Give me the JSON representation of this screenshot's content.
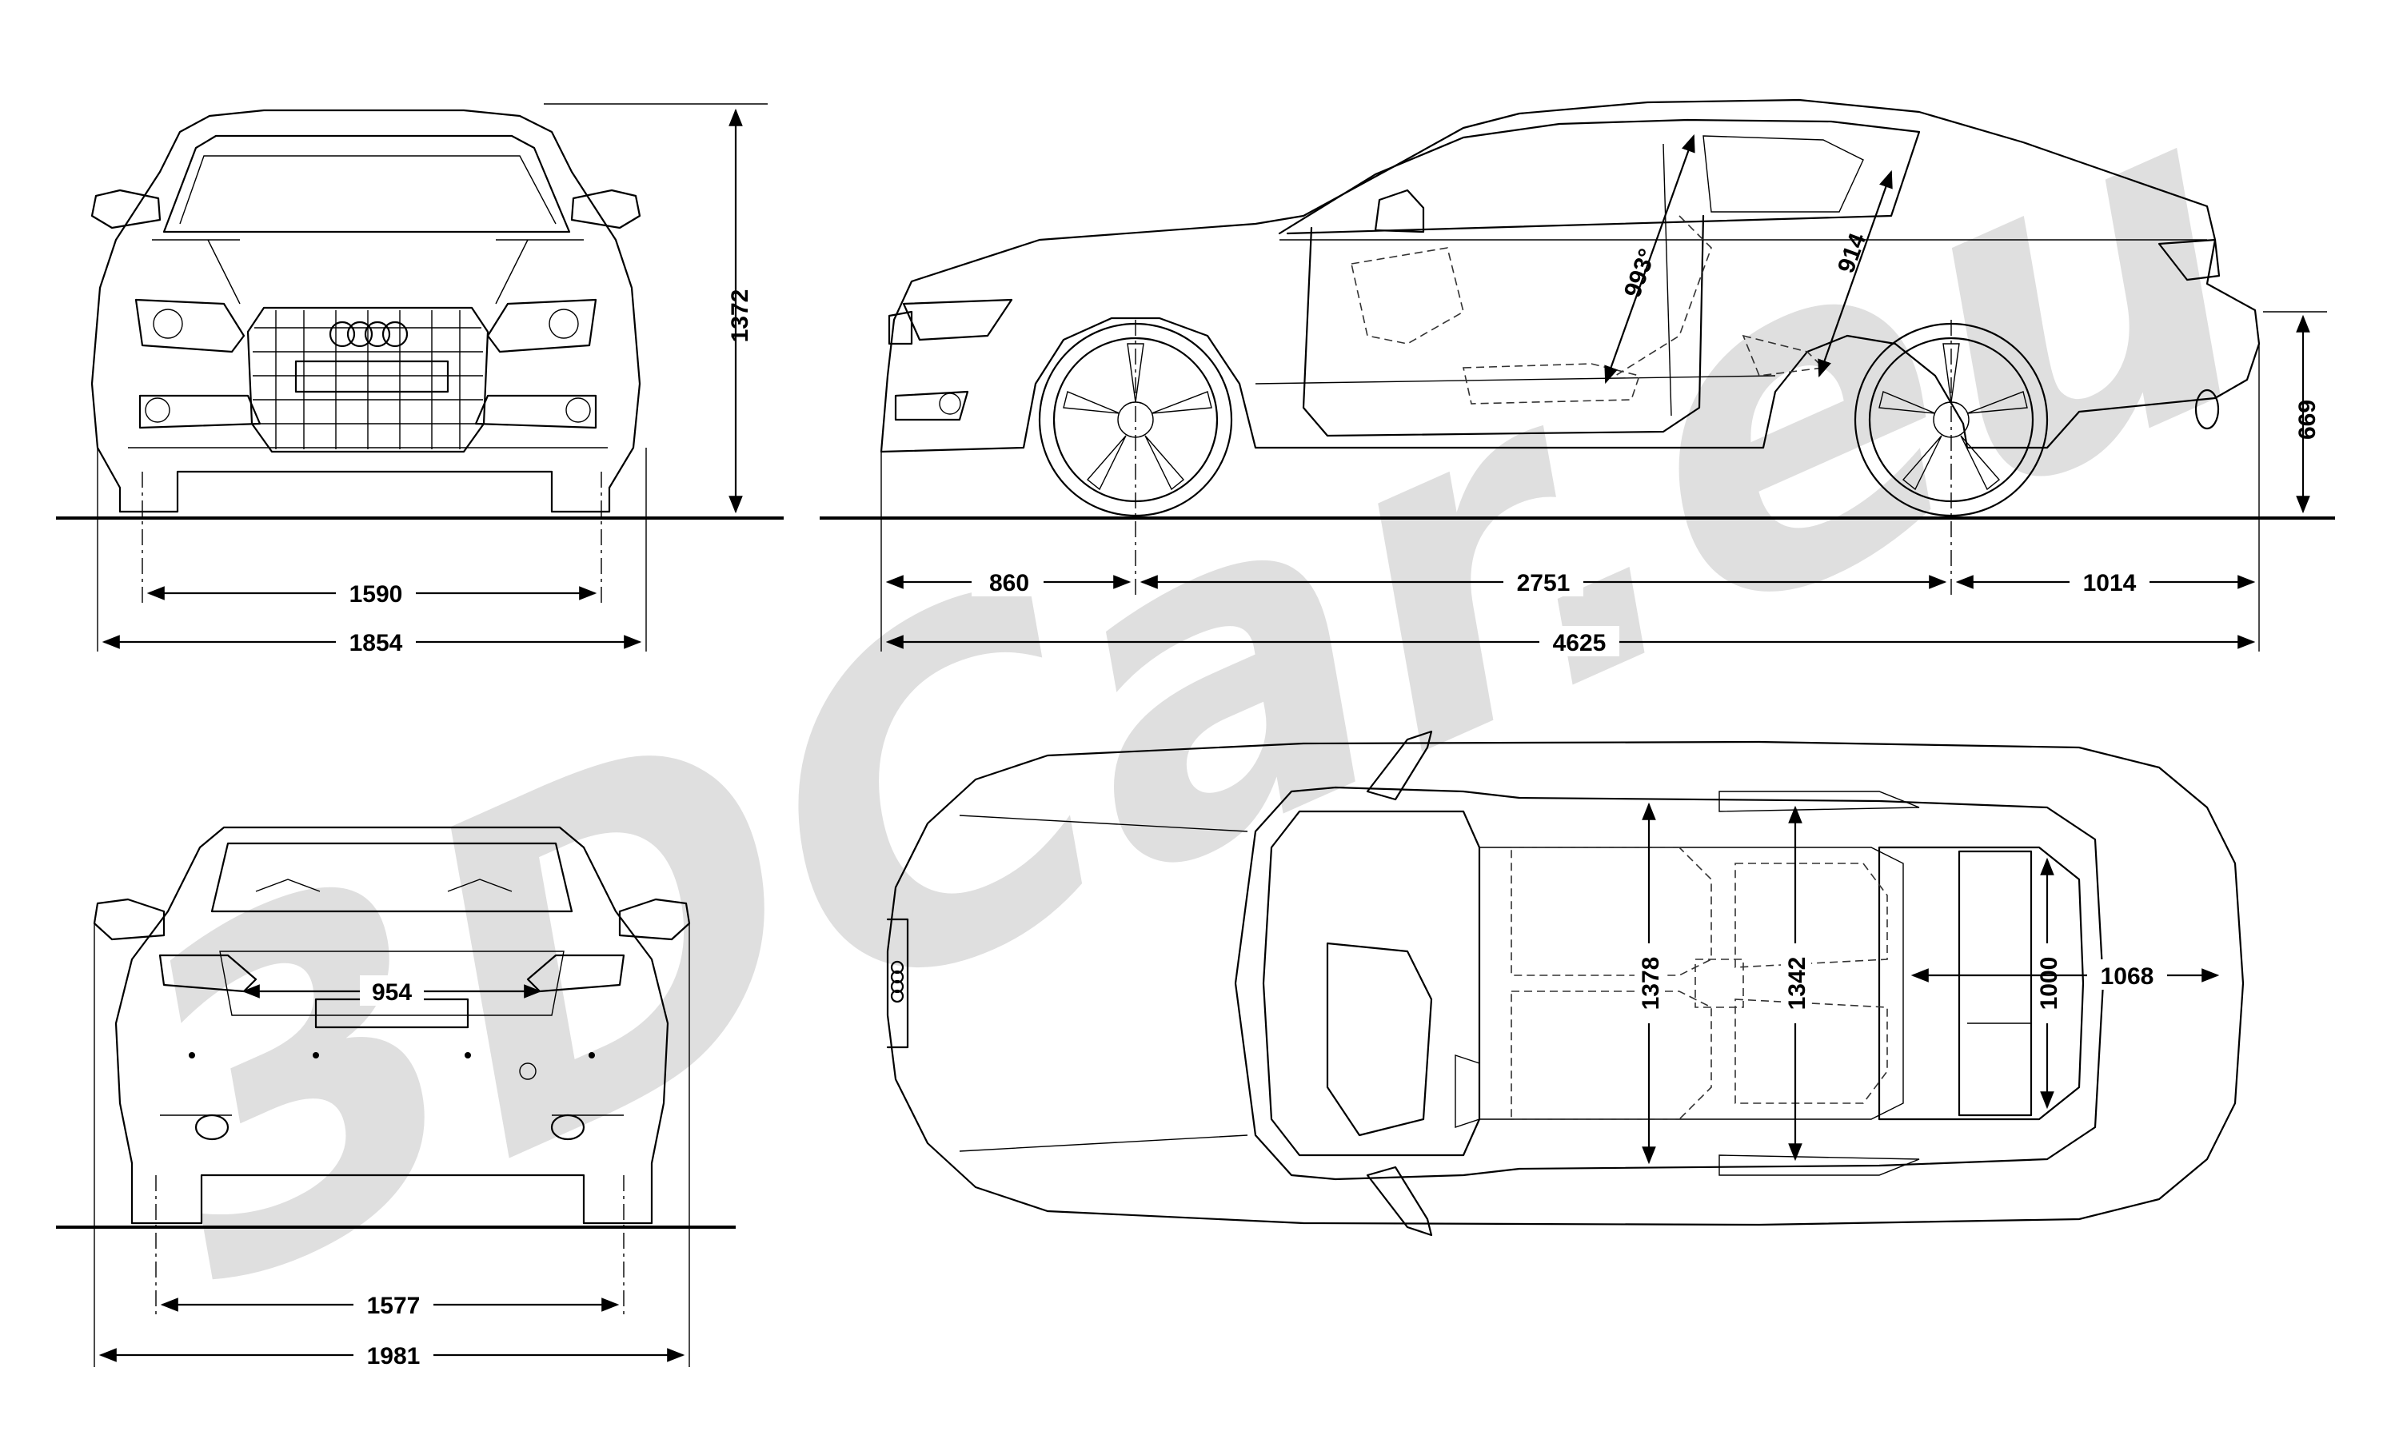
{
  "watermark": {
    "text": "3DCar.eu",
    "color": "#d9d9d9"
  },
  "dimensions": {
    "track_front": "1590",
    "width_front": "1854",
    "height": "1372",
    "front_overhang": "860",
    "wheelbase": "2751",
    "rear_overhang": "1014",
    "length": "4625",
    "rear_height": "669",
    "door_height": "993°",
    "rear_pillar": "914",
    "rear_window_width": "954",
    "track_rear": "1577",
    "width_mirrors": "1981",
    "front_shoulder": "1378",
    "rear_shoulder": "1342",
    "boot_width": "1000",
    "boot_length": "1068"
  }
}
